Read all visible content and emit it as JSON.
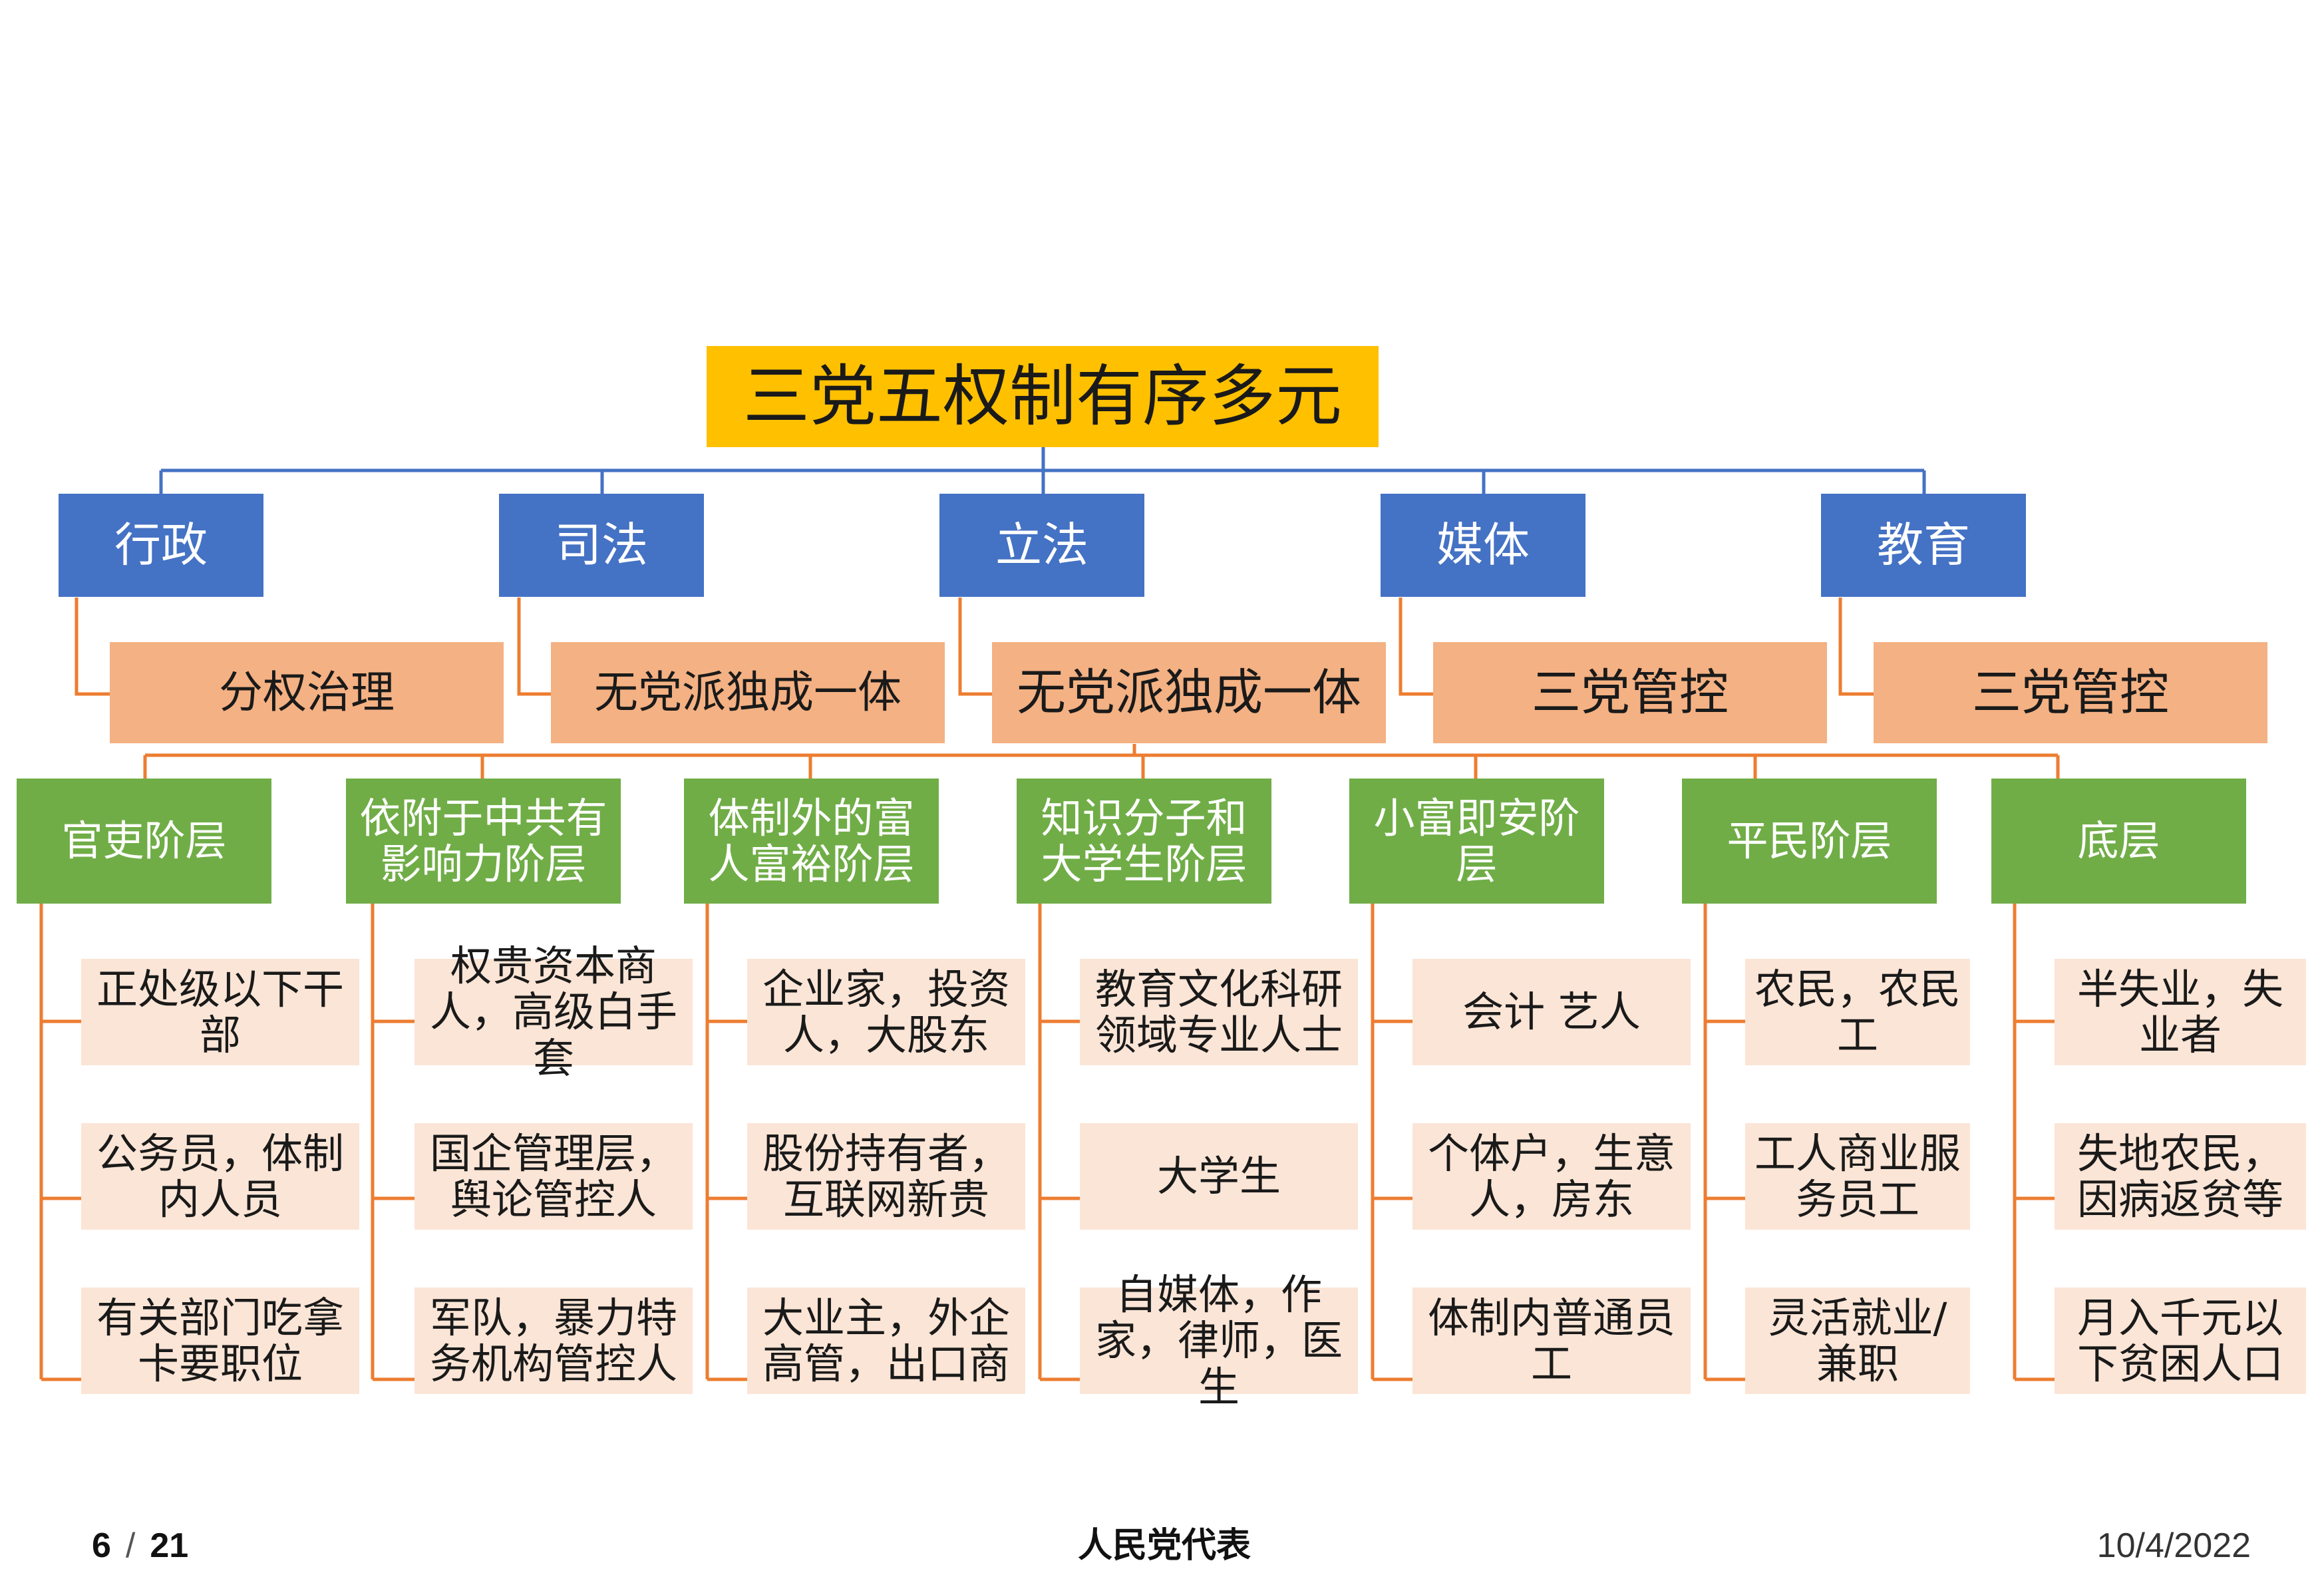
{
  "diagram": {
    "root": "三党五权制有序多元",
    "powers": [
      "行政",
      "司法",
      "立法",
      "媒体",
      "教育"
    ],
    "control_modes": [
      "分权治理",
      "无党派独成一体",
      "无党派独成一体",
      "三党管控",
      "三党管控"
    ],
    "strata": [
      {
        "name": "官吏阶层",
        "members": [
          "正处级以下干部",
          "公务员，体制内人员",
          "有关部门吃拿卡要职位"
        ]
      },
      {
        "name": "依附于中共有影响力阶层",
        "members": [
          "权贵资本商人，高级白手套",
          "国企管理层，舆论管控人",
          "军队，暴力特务机构管控人"
        ]
      },
      {
        "name": "体制外的富人富裕阶层",
        "members": [
          "企业家，投资人，大股东",
          "股份持有者，互联网新贵",
          "大业主，外企高管，出口商"
        ]
      },
      {
        "name": "知识分子和大学生阶层",
        "members": [
          "教育文化科研领域专业人士",
          "大学生",
          "自媒体，作家，律师，医生"
        ]
      },
      {
        "name": "小富即安阶层",
        "members": [
          "会计 艺人",
          "个体户，生意人，房东",
          "体制内普通员工"
        ]
      },
      {
        "name": "平民阶层",
        "members": [
          "农民，农民工",
          "工人商业服务员工",
          "灵活就业/兼职"
        ]
      },
      {
        "name": "底层",
        "members": [
          "半失业，失业者",
          "失地农民，因病返贫等",
          "月入千元以下贫困人口"
        ]
      }
    ],
    "colors": {
      "root": "#ffc000",
      "power": "#4472c4",
      "control": "#f4b183",
      "stratum": "#70ad47",
      "member": "#fbe5d6",
      "connector_blue": "#4472c4",
      "connector_orange": "#ed7d31"
    }
  },
  "footer": {
    "page_current": "6",
    "page_total": "21",
    "page_separator": "/",
    "title": "人民党代表",
    "date": "10/4/2022"
  }
}
